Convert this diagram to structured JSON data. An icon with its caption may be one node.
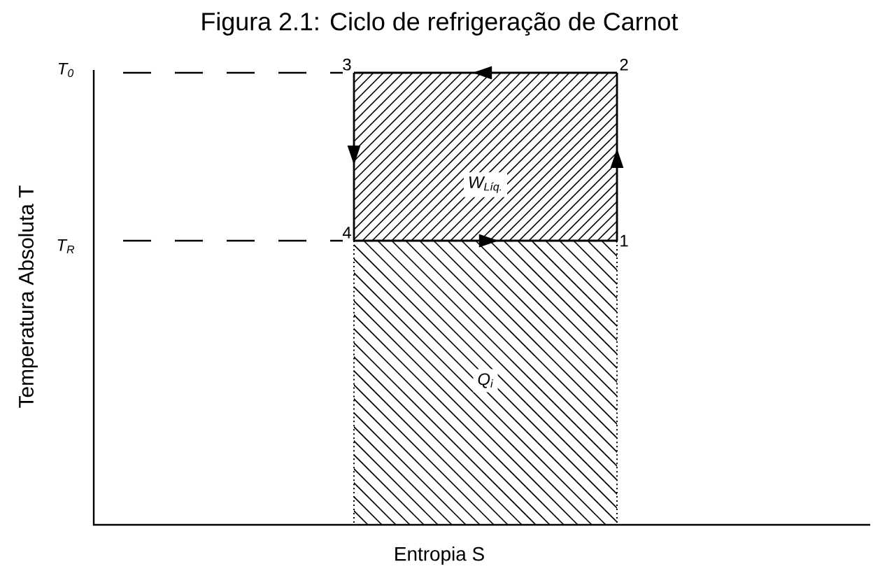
{
  "diagram": {
    "title": "Figura 2.1: Ciclo de refrigeração de Carnot",
    "nodes": [
      {
        "text": [
          "3"
        ]
      },
      {
        "text": [
          "2"
        ]
      },
      {
        "text": [
          "4"
        ]
      },
      {
        "text": [
          "1"
        ]
      }
    ],
    "edges": [
      {
        "from": 3,
        "to": 1,
        "arrow": "to"
      },
      {
        "from": 1,
        "to": 0,
        "arrow": "to"
      },
      {
        "from": 0,
        "to": 2,
        "arrow": "to"
      },
      {
        "from": 2,
        "to": 3,
        "arrow": "to"
      }
    ],
    "labels": [
      "T$_{0}$",
      "T$_{R}$",
      "W$_{Líq.}$",
      "Q$_{i}$",
      "Temperatura Absoluta T",
      "Entropia S"
    ]
  }
}
